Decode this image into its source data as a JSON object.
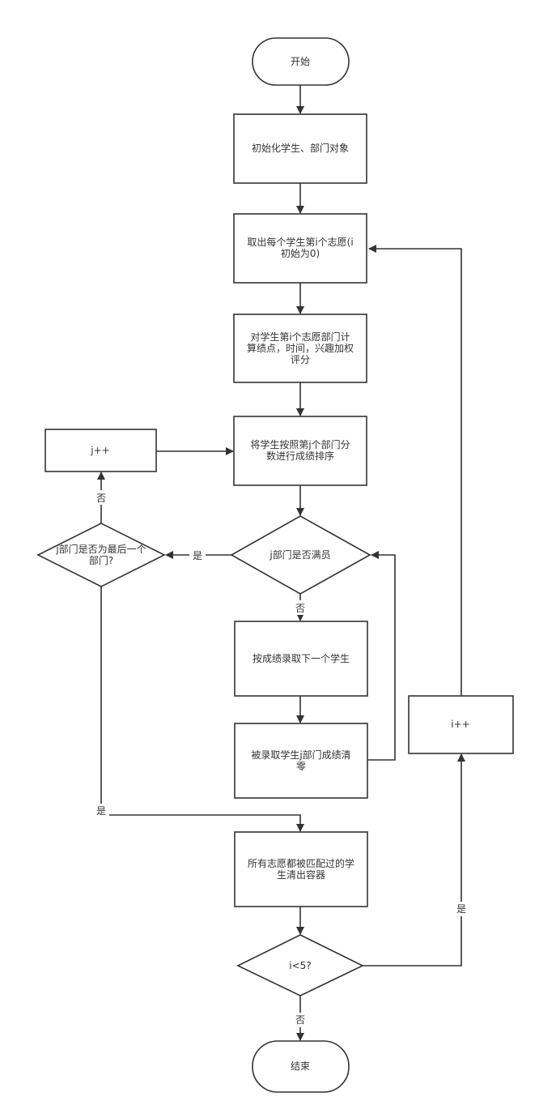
{
  "nodes": {
    "start": {
      "lines": [
        "开始"
      ]
    },
    "init": {
      "lines": [
        "初始化学生、部门对象"
      ]
    },
    "take_choice": {
      "lines": [
        "取出每个学生第i个志愿(i",
        "初始为0)"
      ]
    },
    "score": {
      "lines": [
        "对学生第i个志愿部门计",
        "算绩点，时间，兴趣加权",
        "评分"
      ]
    },
    "sort": {
      "lines": [
        "将学生按照第j个部门分",
        "数进行成绩排序"
      ]
    },
    "j_inc": {
      "lines": [
        "j++"
      ]
    },
    "is_last_dept": {
      "lines": [
        "j部门是否为最后一个",
        "部门?"
      ]
    },
    "dept_full": {
      "lines": [
        "j部门是否满员"
      ]
    },
    "admit_next": {
      "lines": [
        "按成绩录取下一个学生"
      ]
    },
    "clear_score": {
      "lines": [
        "被录取学生j部门成绩清",
        "零"
      ]
    },
    "clear_matched": {
      "lines": [
        "所有志愿都被匹配过的学",
        "生清出容器"
      ]
    },
    "i_lt_5": {
      "lines": [
        "i<5?"
      ]
    },
    "i_inc": {
      "lines": [
        "i++"
      ]
    },
    "end": {
      "lines": [
        "结束"
      ]
    }
  },
  "edge_labels": {
    "last_no": "否",
    "full_yes": "是",
    "full_no": "否",
    "last_yes": "是",
    "i_yes": "是",
    "i_no": "否"
  }
}
